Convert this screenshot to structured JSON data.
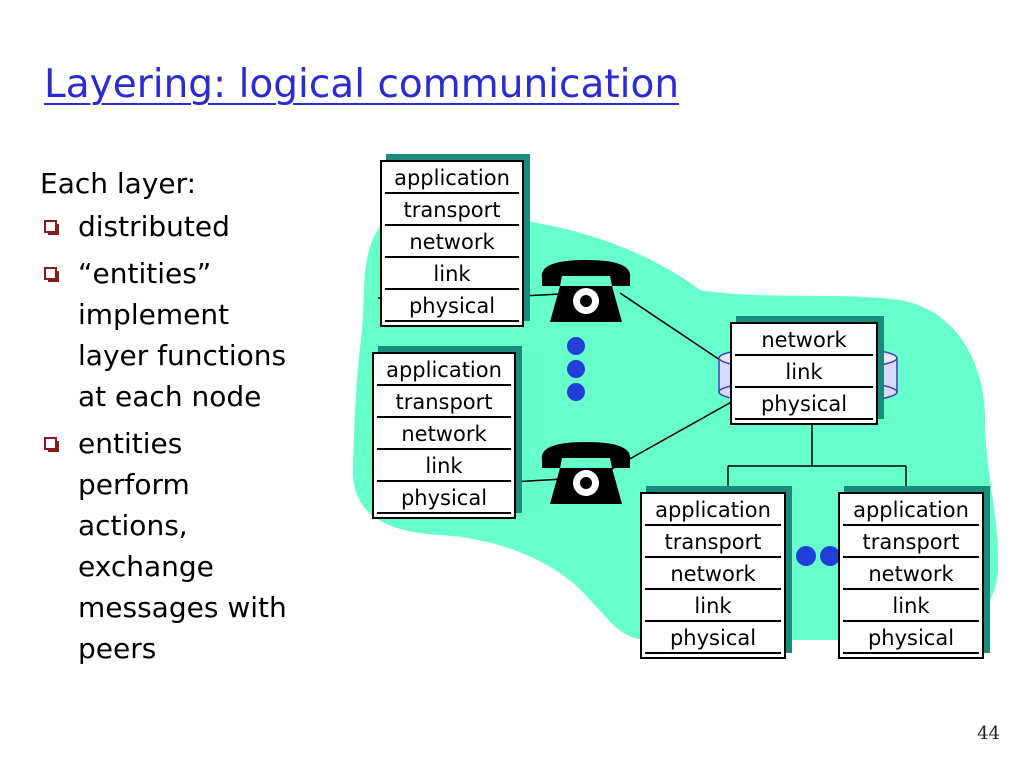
{
  "slide": {
    "title": "Layering: logical communication",
    "page_number": "44"
  },
  "bullets": {
    "intro": "Each layer:",
    "items": [
      "distributed",
      "“entities”\nimplement\nlayer functions\nat each node",
      "entities\nperform\nactions,\nexchange\nmessages with\npeers"
    ]
  },
  "diagram": {
    "colors": {
      "cloud": "#66ffcc",
      "stack_shadow": "#1a8a7a",
      "dots": "#1f3fd8",
      "bullet": "#8b1a1a",
      "title": "#2b2bd6"
    },
    "host_stack": {
      "layers": [
        "application",
        "transport",
        "network",
        "link",
        "physical"
      ]
    },
    "router_stack": {
      "layers": [
        "network",
        "link",
        "physical"
      ]
    },
    "icons": [
      "telephone-icon",
      "router-icon",
      "ellipsis-dots-icon"
    ]
  }
}
